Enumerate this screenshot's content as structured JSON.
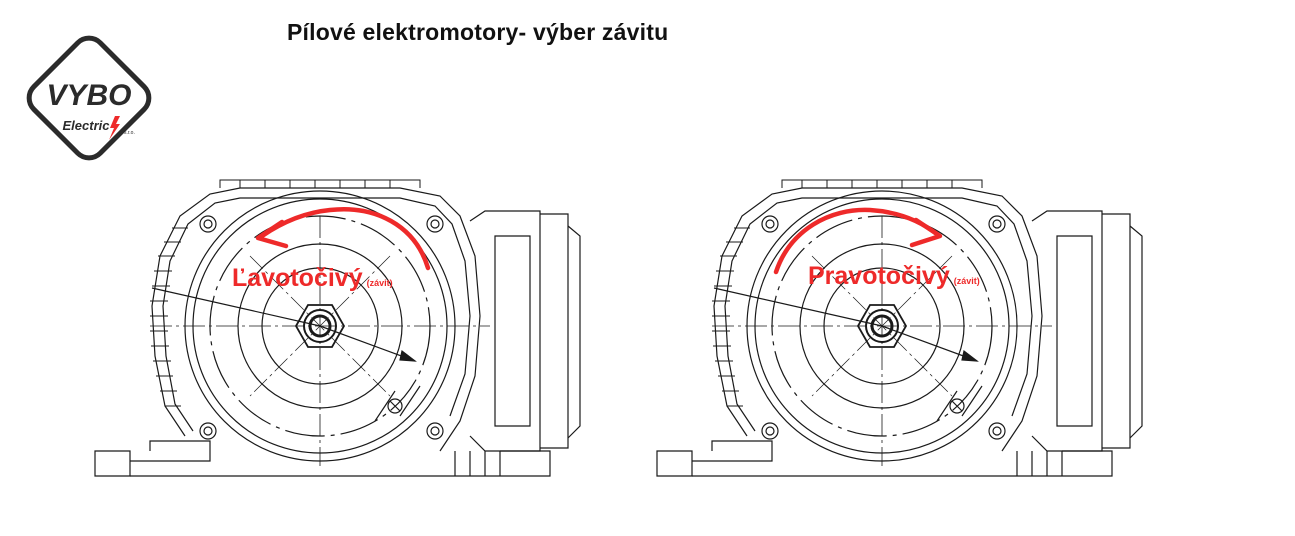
{
  "title": "Pílové elektromotory- výber závitu",
  "logo": {
    "brand": "VYBO",
    "sub": "Electric",
    "suffix": "s.r.o."
  },
  "motors": [
    {
      "direction": "Ľavotočivý",
      "note": "(závit)",
      "arrow": "counter-clockwise",
      "arrow_color": "#ee2a2a"
    },
    {
      "direction": "Pravotočivý",
      "note": "(závit)",
      "arrow": "clockwise",
      "arrow_color": "#ee2a2a"
    }
  ],
  "colors": {
    "line": "#1a1a1a",
    "accent": "#ee2a2a"
  }
}
